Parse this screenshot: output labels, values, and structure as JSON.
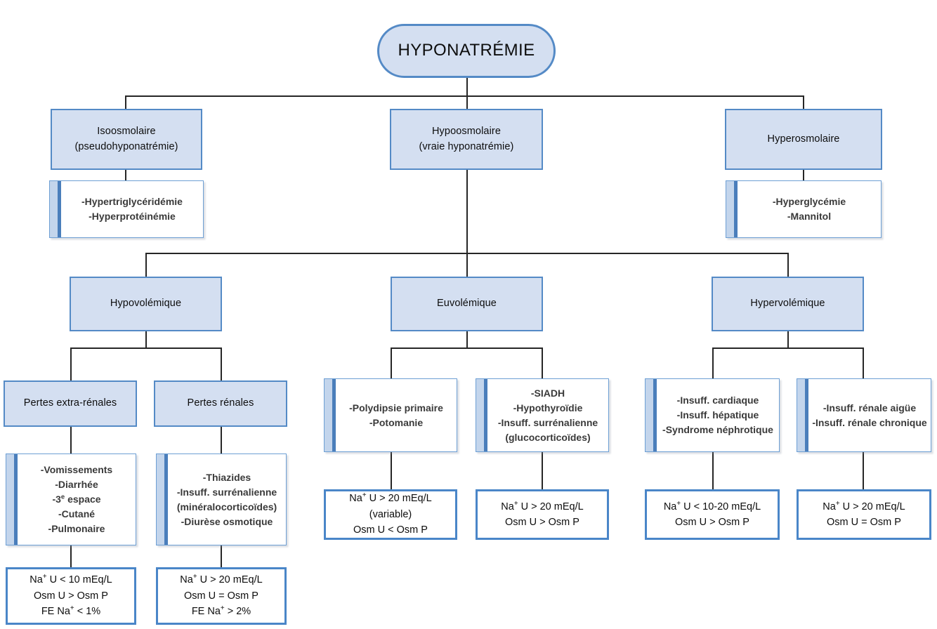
{
  "diagram": {
    "title": "HYPONATRÉMIE",
    "colors": {
      "node_fill": "#D4DFF1",
      "node_border": "#548AC6",
      "accent_pale": "#C3D5EC",
      "accent_dark": "#4A7EBB",
      "lab_border": "#4A86C8",
      "connector": "#262626",
      "list_text": "#3A3A3A"
    },
    "root": {
      "label": "HYPONATRÉMIE"
    },
    "osmolarity": {
      "isoosmolar": {
        "line1": "Isoosmolaire",
        "line2": "(pseudohyponatrémie)",
        "causes": [
          "-Hypertriglycéridémie",
          "-Hyperprotéinémie"
        ]
      },
      "hypoosmolar": {
        "line1": "Hypoosmolaire",
        "line2": "(vraie hyponatrémie)"
      },
      "hyperosmolar": {
        "line1": "Hyperosmolaire",
        "causes": [
          "-Hyperglycémie",
          "-Mannitol"
        ]
      }
    },
    "volemia": {
      "hypovolemic": {
        "label": "Hypovolémique"
      },
      "euvolemic": {
        "label": "Euvolémique"
      },
      "hypervolemic": {
        "label": "Hypervolémique"
      }
    },
    "hypovolemic_branches": {
      "extrarenal": {
        "label": "Pertes extra-rénales",
        "causes": [
          "-Vomissements",
          "-Diarrhée",
          "-3e espace",
          "-Cutané",
          "-Pulmonaire"
        ],
        "cause_3e_prefix": "-3",
        "cause_3e_sup": "e",
        "cause_3e_suffix": " espace",
        "labs": [
          "Na+ U < 10 mEq/L",
          "Osm U > Osm P",
          "FE Na+ < 1%"
        ],
        "labs_parts": [
          {
            "pre": "Na",
            "sup": "+",
            "post": " U < 10 mEq/L"
          },
          {
            "pre": "Osm U > Osm P",
            "sup": "",
            "post": ""
          },
          {
            "pre": "FE Na",
            "sup": "+",
            "post": " < 1%"
          }
        ]
      },
      "renal": {
        "label": "Pertes rénales",
        "causes": [
          "-Thiazides",
          "-Insuff. surrénalienne",
          "(minéralocorticoïdes)",
          "-Diurèse osmotique"
        ],
        "labs_parts": [
          {
            "pre": "Na",
            "sup": "+",
            "post": " U > 20 mEq/L"
          },
          {
            "pre": "Osm U = Osm P",
            "sup": "",
            "post": ""
          },
          {
            "pre": "FE Na",
            "sup": "+",
            "post": " > 2%"
          }
        ]
      }
    },
    "euvolemic_branches": {
      "primary_polydipsia": {
        "causes": [
          "-Polydipsie primaire",
          "-Potomanie"
        ],
        "labs_parts": [
          {
            "pre": "Na",
            "sup": "+",
            "post": " U > 20 mEq/L (variable)"
          },
          {
            "pre": "Osm U < Osm P",
            "sup": "",
            "post": ""
          }
        ]
      },
      "siadh": {
        "causes": [
          "-SIADH",
          "-Hypothyroïdie",
          "-Insuff. surrénalienne",
          "(glucocorticoïdes)"
        ],
        "labs_parts": [
          {
            "pre": "Na",
            "sup": "+",
            "post": " U > 20 mEq/L"
          },
          {
            "pre": "Osm U > Osm P",
            "sup": "",
            "post": ""
          }
        ]
      }
    },
    "hypervolemic_branches": {
      "edematous": {
        "causes": [
          "-Insuff. cardiaque",
          "-Insuff. hépatique",
          "-Syndrome néphrotique"
        ],
        "labs_parts": [
          {
            "pre": "Na",
            "sup": "+",
            "post": " U < 10-20 mEq/L"
          },
          {
            "pre": "Osm U > Osm P",
            "sup": "",
            "post": ""
          }
        ]
      },
      "renal_failure": {
        "causes": [
          "-Insuff. rénale aigüe",
          "-Insuff. rénale chronique"
        ],
        "labs_parts": [
          {
            "pre": "Na",
            "sup": "+",
            "post": " U > 20 mEq/L"
          },
          {
            "pre": "Osm U = Osm P",
            "sup": "",
            "post": ""
          }
        ]
      }
    }
  }
}
